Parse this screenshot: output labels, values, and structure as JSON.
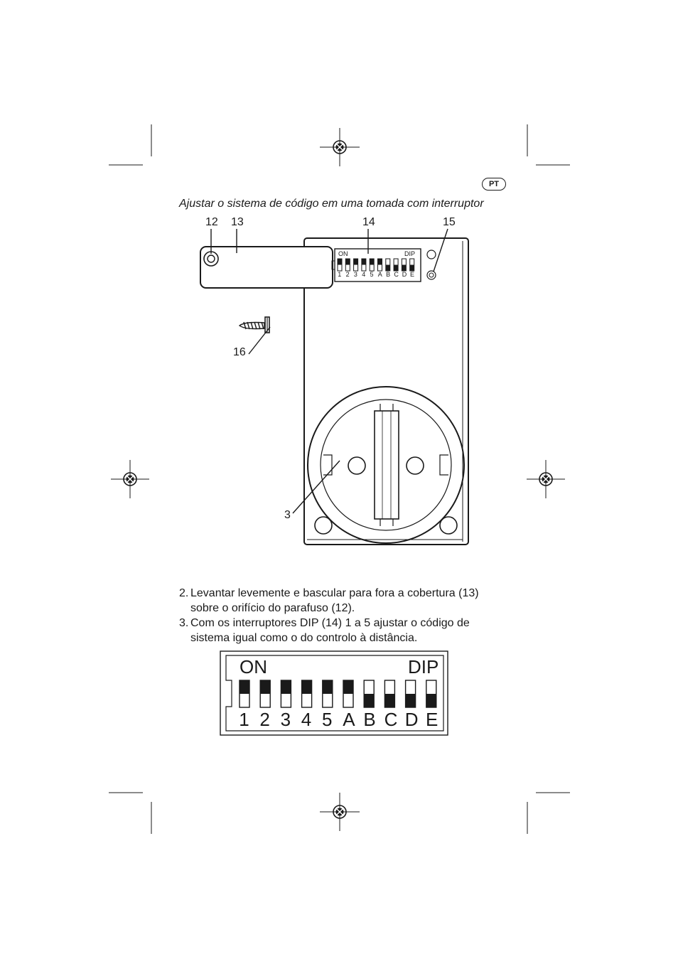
{
  "page": {
    "language_badge": "PT",
    "section_title": "Ajustar o sistema de código em uma tomada com interruptor"
  },
  "figure": {
    "callouts": {
      "c12": "12",
      "c13": "13",
      "c14": "14",
      "c15": "15",
      "c16": "16",
      "c3": "3"
    },
    "small_dip": {
      "on_label": "ON",
      "dip_label": "DIP",
      "switch_labels": [
        "1",
        "2",
        "3",
        "4",
        "5",
        "A",
        "B",
        "C",
        "D",
        "E"
      ]
    }
  },
  "steps": [
    {
      "number": "2.",
      "text": "Levantar levemente e bascular para fora a cobertura (13) sobre o orifício do parafuso (12)."
    },
    {
      "number": "3.",
      "text": "Com os interruptores DIP (14) 1 a 5 ajustar o código de sistema igual como o do controlo à distância."
    }
  ],
  "dip_switch": {
    "on_label": "ON",
    "dip_label": "DIP",
    "switches": [
      {
        "label": "1",
        "on": true
      },
      {
        "label": "2",
        "on": true
      },
      {
        "label": "3",
        "on": true
      },
      {
        "label": "4",
        "on": true
      },
      {
        "label": "5",
        "on": true
      },
      {
        "label": "A",
        "on": true
      },
      {
        "label": "B",
        "on": false
      },
      {
        "label": "C",
        "on": false
      },
      {
        "label": "D",
        "on": false
      },
      {
        "label": "E",
        "on": false
      }
    ]
  }
}
